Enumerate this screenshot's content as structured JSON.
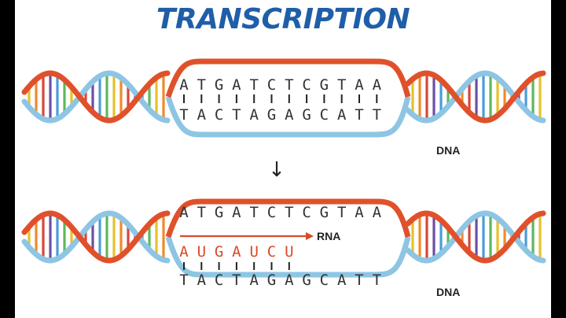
{
  "title": "TRANSCRIPTION",
  "top": {
    "coding_strand": [
      "A",
      "T",
      "G",
      "A",
      "T",
      "C",
      "T",
      "C",
      "G",
      "T",
      "A",
      "A"
    ],
    "template_strand": [
      "T",
      "A",
      "C",
      "T",
      "A",
      "G",
      "A",
      "G",
      "C",
      "A",
      "T",
      "T"
    ],
    "label": "DNA"
  },
  "bottom": {
    "coding_strand": [
      "A",
      "T",
      "G",
      "A",
      "T",
      "C",
      "T",
      "C",
      "G",
      "T",
      "A",
      "A"
    ],
    "rna_strand": [
      "A",
      "U",
      "G",
      "A",
      "U",
      "C",
      "U"
    ],
    "template_strand": [
      "T",
      "A",
      "C",
      "T",
      "A",
      "G",
      "A",
      "G",
      "C",
      "A",
      "T",
      "T"
    ],
    "rna_label": "RNA",
    "label": "DNA"
  },
  "arrow": "↓",
  "colors": {
    "title": "#1f5ea8",
    "strand_orange": "#e0512b",
    "strand_blue": "#8ec5e4",
    "rna": "#d94a28",
    "rung_palette": [
      "#e6c12a",
      "#ef8a2a",
      "#d9453a",
      "#6c4fa3",
      "#4d9bd8",
      "#5cb85c"
    ]
  }
}
